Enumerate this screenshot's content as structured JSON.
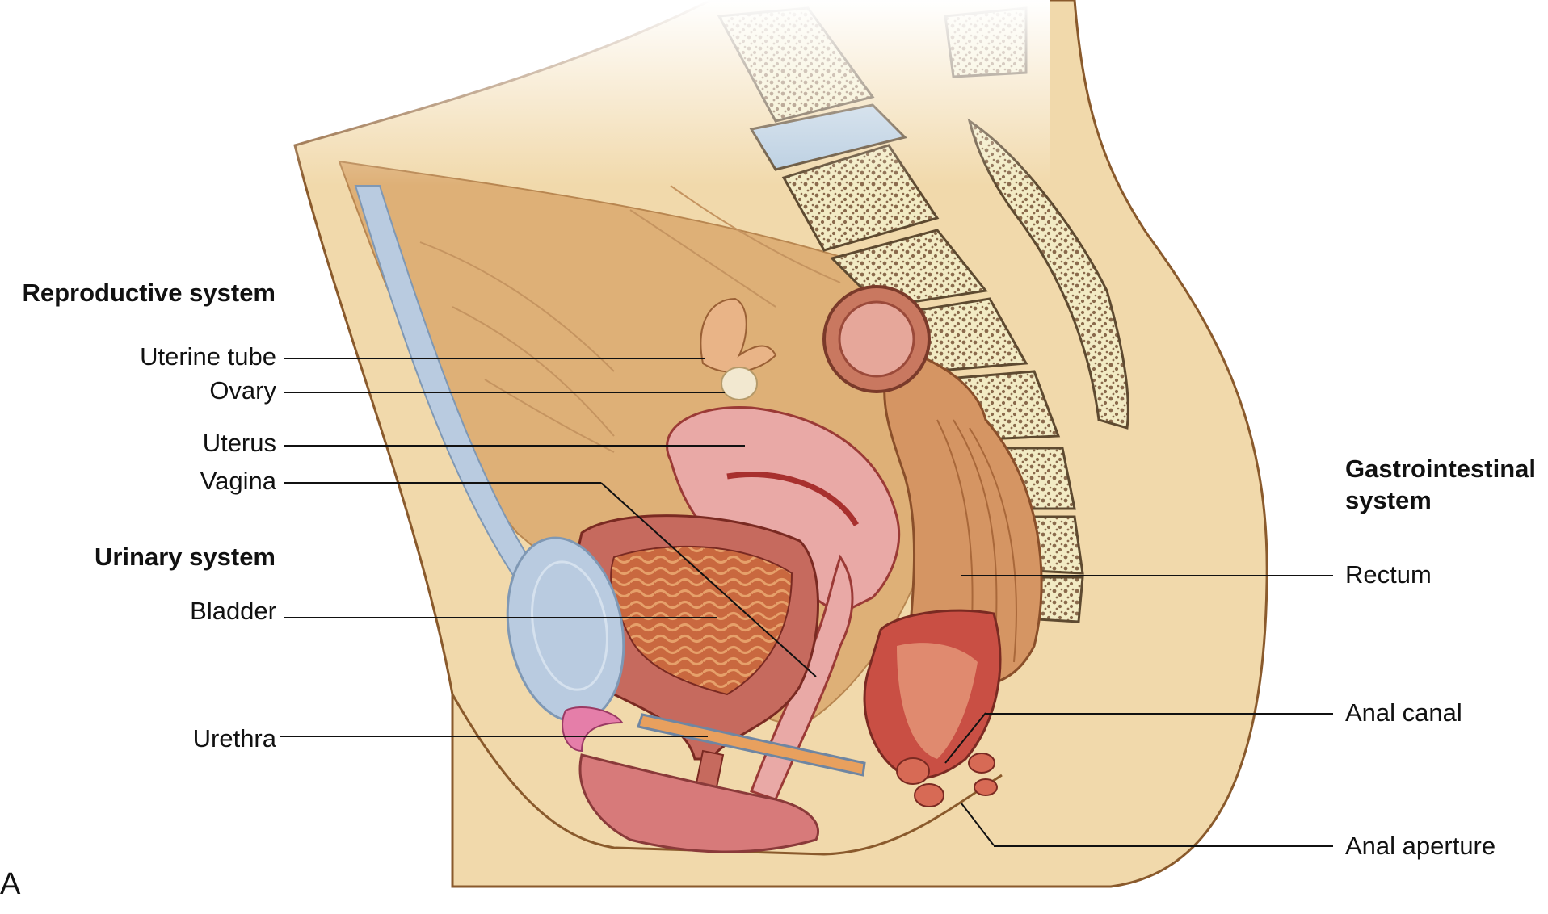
{
  "left_labels": {
    "reproductive_system": "Reproductive system",
    "uterine_tube": "Uterine tube",
    "ovary": "Ovary",
    "uterus": "Uterus",
    "vagina": "Vagina",
    "urinary_system": "Urinary system",
    "bladder": "Bladder",
    "urethra": "Urethra"
  },
  "right_labels": {
    "gastrointestinal_system_line1": "Gastrointestinal",
    "gastrointestinal_system_line2": "system",
    "rectum": "Rectum",
    "anal_canal": "Anal canal",
    "anal_aperture": "Anal aperture"
  },
  "panel_letter": "A",
  "colors": {
    "skin": "#f1d9ab",
    "skin_outline": "#8a5a2c",
    "peritoneum": "#deb077",
    "bone": "#f5efc9",
    "bone_spongy": "#8a6a4c",
    "disc": "#b8cde0",
    "muscle_pink": "#e4a3a3",
    "muscle_dark": "#b54a42",
    "rectum": "#d59563",
    "bladder_blue": "#b9cbe0",
    "text": "#111111"
  }
}
